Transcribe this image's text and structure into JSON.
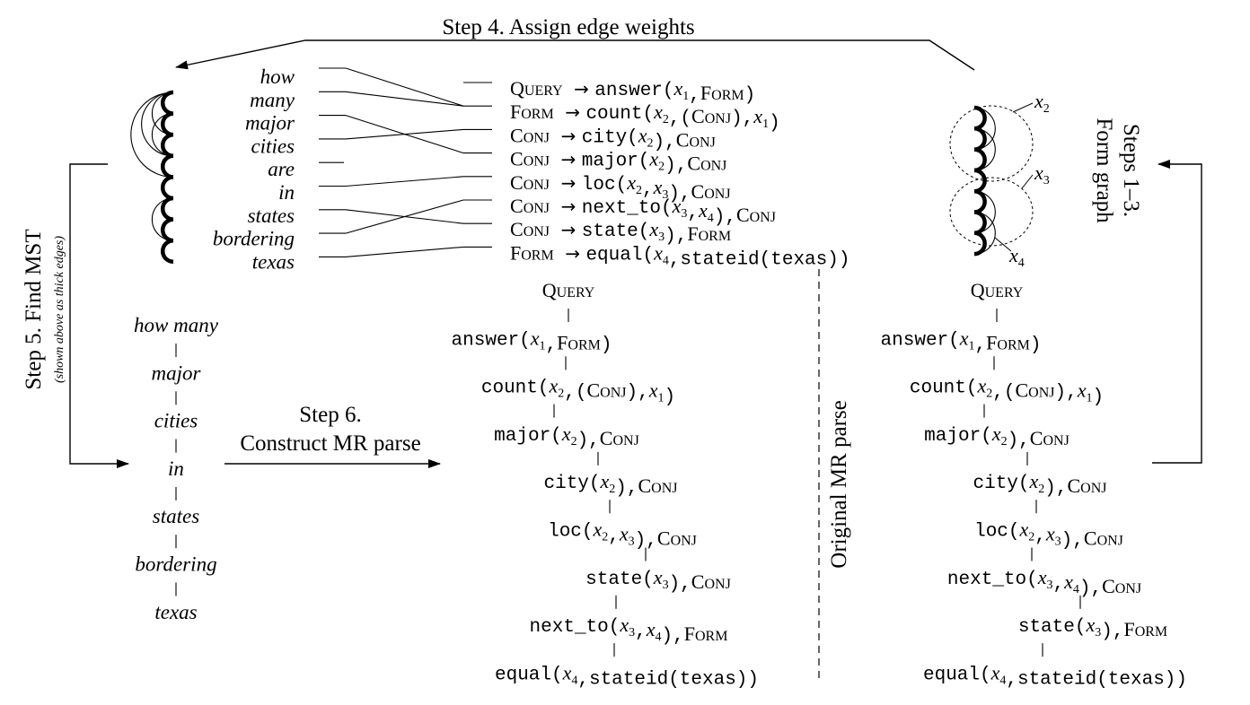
{
  "steps": {
    "step4": "Step 4. Assign edge weights",
    "step13_line1": "Steps 1–3.",
    "step13_line2": "Form graph",
    "step5": "Step 5. Find MST",
    "step5_note": "(shown above as thick edges)",
    "step6_line1": "Step 6.",
    "step6_line2": "Construct MR parse",
    "original": "Original MR parse"
  },
  "words": [
    "how",
    "many",
    "major",
    "cities",
    "are",
    "in",
    "states",
    "bordering",
    "texas"
  ],
  "rules": [
    "QUERY → answer(x1,FORM)",
    "FORM → count(x2,(CONJ),x1)",
    "CONJ → city(x2),CONJ",
    "CONJ → major(x2),CONJ",
    "CONJ → loc(x2,x3),CONJ",
    "CONJ → next_to(x3,x4),CONJ",
    "CONJ → state(x3),FORM",
    "FORM → equal(x4,stateid(texas))"
  ],
  "graph_vars": [
    "x2",
    "x3",
    "x4"
  ],
  "mst_chain": [
    "how many",
    "major",
    "cities",
    "in",
    "states",
    "bordering",
    "texas"
  ],
  "constructed_parse": [
    "QUERY",
    "answer(x1,FORM)",
    "count(x2,(CONJ),x1)",
    "major(x2),CONJ",
    "city(x2),CONJ",
    "loc(x2,x3),CONJ",
    "state(x3),CONJ",
    "next_to(x3,x4),FORM",
    "equal(x4,stateid(texas))"
  ],
  "original_parse": [
    "QUERY",
    "answer(x1,FORM)",
    "count(x2,(CONJ),x1)",
    "major(x2),CONJ",
    "city(x2),CONJ",
    "loc(x2,x3),CONJ",
    "next_to(x3,x4),CONJ",
    "state(x3),FORM",
    "equal(x4,stateid(texas))"
  ]
}
